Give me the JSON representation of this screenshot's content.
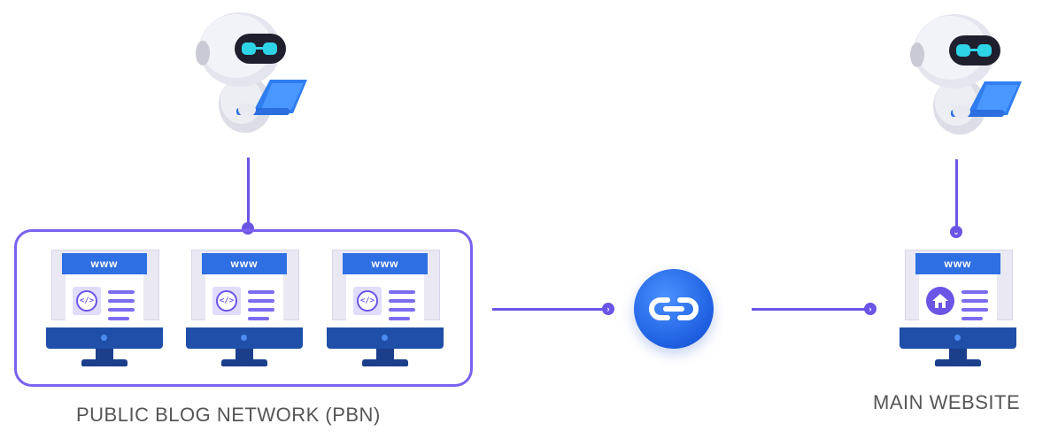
{
  "labels": {
    "pbn": "PUBLIC BLOG NETWORK (PBN)",
    "main": "MAIN WEBSITE"
  },
  "monitor_text": "www",
  "icons": {
    "robot": "robot-with-laptop-icon",
    "code": "code-icon",
    "home": "home-icon",
    "link": "link-icon",
    "arrow": "chevron-right-icon",
    "arrow_down": "chevron-down-icon"
  },
  "colors": {
    "accent": "#6a55e6",
    "box_border": "#7b61ef",
    "monitor_bar": "#2f6fe4",
    "monitor_base": "#1f4fa8",
    "link_circle": "#2a6ef0",
    "label_text": "#555555"
  }
}
